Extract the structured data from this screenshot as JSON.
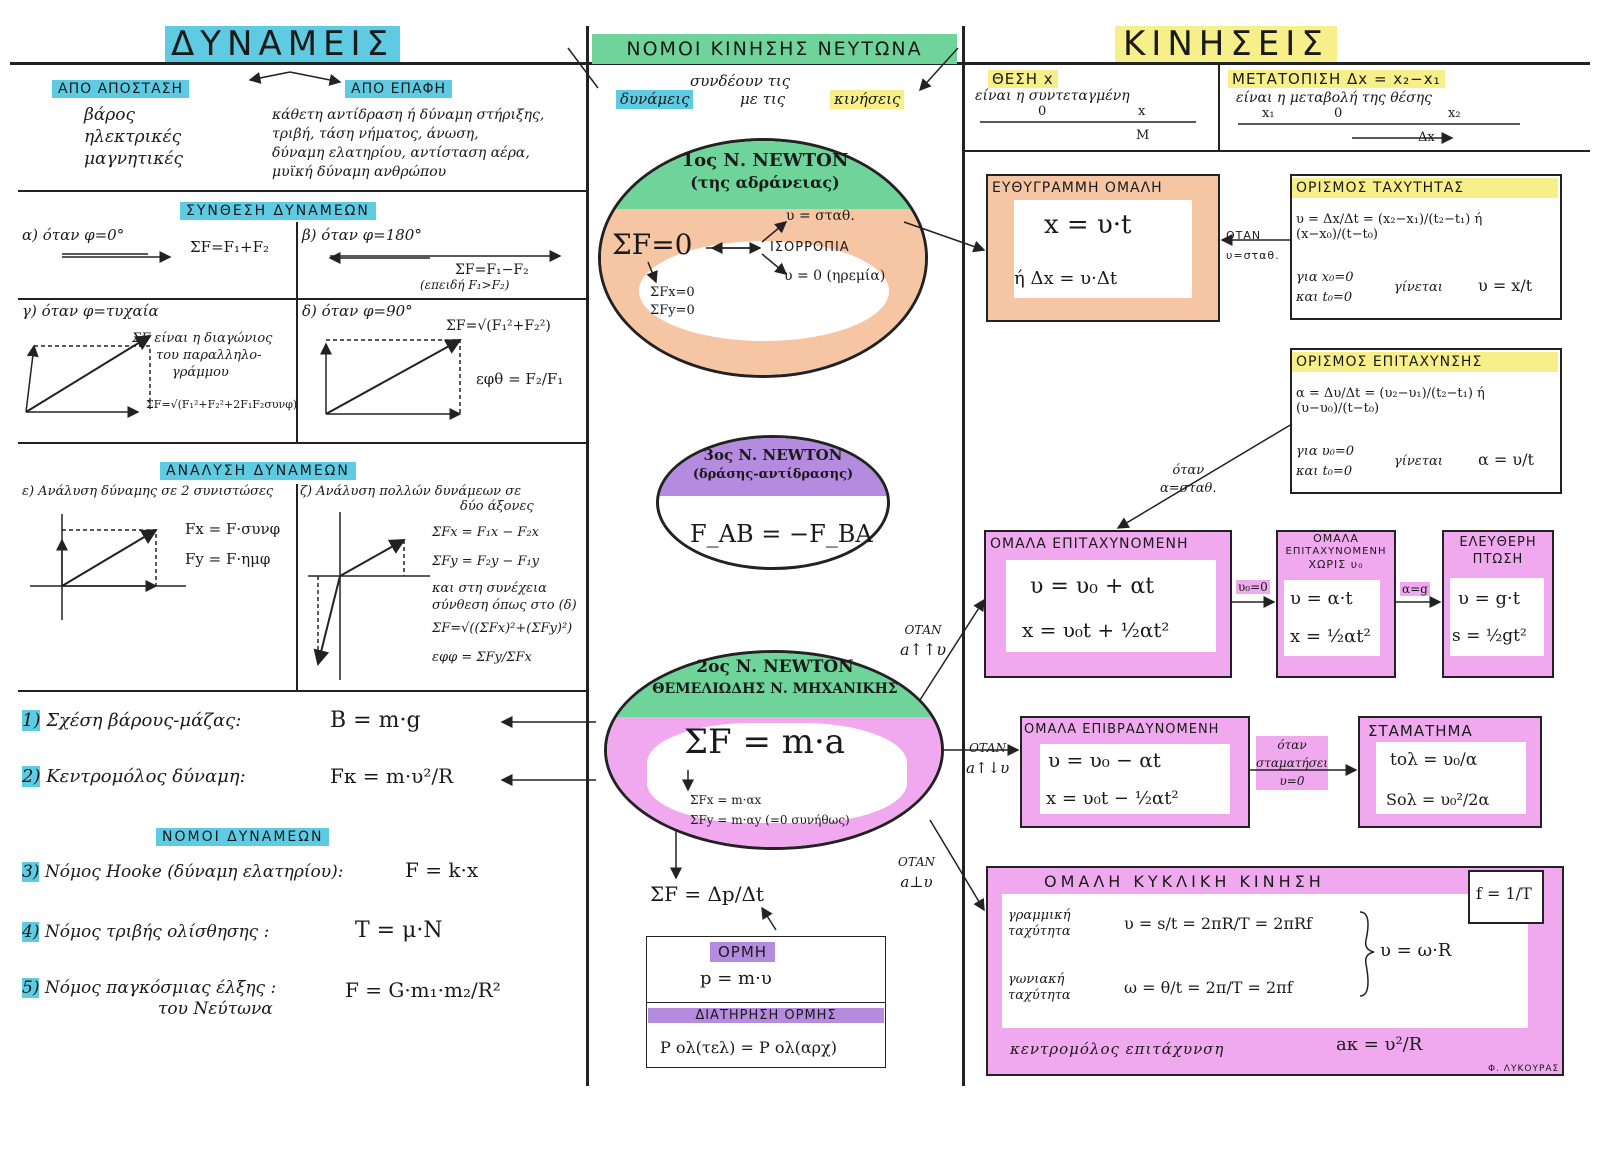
{
  "headers": {
    "forces": "ΔΥΝΑΜΕΙΣ",
    "laws": "ΝΟΜΟΙ ΚΙΝΗΣΗΣ ΝΕΥΤΩΝΑ",
    "motions": "ΚΙΝΗΣΕΙΣ"
  },
  "forces": {
    "distance_title": "ΑΠΟ ΑΠΟΣΤΑΣΗ",
    "distance_items": [
      "βάρος",
      "ηλεκτρικές",
      "μαγνητικές"
    ],
    "contact_title": "ΑΠΟ ΕΠΑΦΗ",
    "contact_items": [
      "κάθετη αντίδραση ή δύναμη στήριξης,",
      "τριβή, τάση νήματος, άνωση,",
      "δύναμη ελατηρίου, αντίσταση αέρα,",
      "μυϊκή δύναμη ανθρώπου"
    ],
    "synthesis_title": "ΣΥΝΘΕΣΗ ΔΥΝΑΜΕΩΝ",
    "a_label": "α) όταν φ=0°",
    "a_formula": "ΣF=F₁+F₂",
    "b_label": "β) όταν φ=180°",
    "b_formula": "ΣF=F₁−F₂",
    "b_note": "(επειδή F₁>F₂)",
    "c_label": "γ) όταν φ=τυχαία",
    "c_note": [
      "ΣF είναι η διαγώνιος",
      "του παραλληλο-",
      "γράμμου"
    ],
    "c_formula": "ΣF=√(F₁²+F₂²+2F₁F₂συνφ)",
    "d_label": "δ) όταν φ=90°",
    "d_formula": "ΣF=√(F₁²+F₂²)",
    "d_tan": "εφθ = F₂/F₁",
    "analysis_title": "ΑΝΑΛΥΣΗ ΔΥΝΑΜΕΩΝ",
    "e_label": "ε) Ανάλυση δύναμης σε 2 συνιστώσες",
    "e_fx": "Fx = F·συνφ",
    "e_fy": "Fy = F·ημφ",
    "z_label": [
      "ζ) Ανάλυση πολλών δυνάμεων σε",
      "δύο άξονες"
    ],
    "z_lines": [
      "ΣFx = F₁x − F₂x",
      "ΣFy = F₂y − F₁y",
      "και στη συνέχεια",
      "σύνθεση όπως στο (δ)",
      "ΣF=√((ΣFx)²+(ΣFy)²)",
      "εφφ = ΣFy/ΣFx"
    ],
    "rel1": "Σχέση βάρους-μάζας:",
    "rel1_f": "B = m·g",
    "rel2": "Κεντρομόλος δύναμη:",
    "rel2_f": "Fκ = m·υ²/R",
    "laws_title": "ΝΟΜΟΙ ΔΥΝΑΜΕΩΝ",
    "law3": "Νόμος Hooke (δύναμη ελατηρίου):",
    "law3_f": "F = k·x",
    "law4": "Νόμος τριβής ολίσθησης :",
    "law4_f": "T = μ·N",
    "law5": [
      "Νόμος παγκόσμιας έλξης :",
      "του Νεύτωνα"
    ],
    "law5_f": "F = G·m₁·m₂/R²",
    "nums": [
      "1)",
      "2)",
      "3)",
      "4)",
      "5)"
    ]
  },
  "laws": {
    "connect": [
      "συνδέουν τις",
      "δυνάμεις",
      "με τις",
      "κινήσεις"
    ],
    "first_title": [
      "1ος Ν. NEWTON",
      "(της αδράνειας)"
    ],
    "first_eq": "ΣF=0",
    "first_bal": "ΙΣΟΡΡΟΠΙΑ",
    "first_v": "υ = σταθ.",
    "first_rest": "υ = 0 (ηρεμία)",
    "first_comp": [
      "ΣFx=0",
      "ΣFy=0"
    ],
    "third_title": [
      "3ος Ν. NEWTON",
      "(δράσης-αντίδρασης)"
    ],
    "third_eq": "F_AB = −F_BA",
    "second_title": [
      "2ος Ν. NEWTON",
      "ΘΕΜΕΛΙΩΔΗΣ Ν. ΜΗΧΑΝΙΚΗΣ"
    ],
    "second_eq": "ΣF = m·a",
    "second_comp": [
      "ΣFx = m·αx",
      "ΣFy = m·αy (=0 συνήθως)"
    ],
    "momentum_f": "ΣF = Δp/Δt",
    "momentum_title": "ΟΡΜΗ",
    "momentum_eq": "p = m·υ",
    "conservation_title": "ΔΙΑΤΗΡΗΣΗ ΟΡΜΗΣ",
    "conservation_eq": "P ολ(τελ) = P ολ(αρχ)"
  },
  "motions": {
    "position_title": "ΘΕΣΗ x",
    "position_text": "είναι η συντεταγμένη",
    "pos_axis": [
      "0",
      "x",
      "M"
    ],
    "displacement_title": "ΜΕΤΑΤΟΠΙΣΗ Δx = x₂−x₁",
    "displacement_text": "είναι η μεταβολή της θέσης",
    "disp_axis": [
      "x₁",
      "0",
      "x₂",
      "Δx"
    ],
    "uniform_title": "ΕΥΘΥΓΡΑΜΜΗ ΟΜΑΛΗ",
    "uniform_eq1": "x = υ·t",
    "uniform_eq2": "ή  Δx = υ·Δt",
    "when_const": [
      "ΟΤΑΝ",
      "υ=σταθ."
    ],
    "speed_title": "ΟΡΙΣΜΟΣ ΤΑΧΥΤΗΤΑΣ",
    "speed_eq": "υ = Δx/Δt = (x₂−x₁)/(t₂−t₁) ή (x−x₀)/(t−t₀)",
    "speed_note": [
      "για x₀=0",
      "και t₀=0"
    ],
    "speed_becomes": "γίνεται",
    "speed_res": "υ = x/t",
    "accel_title": "ΟΡΙΣΜΟΣ ΕΠΙΤΑΧΥΝΣΗΣ",
    "accel_eq": "α = Δυ/Δt = (υ₂−υ₁)/(t₂−t₁) ή (υ−υ₀)/(t−t₀)",
    "accel_note": [
      "για υ₀=0",
      "και t₀=0"
    ],
    "accel_res": "α = υ/t",
    "when_a_const": [
      "όταν",
      "α=σταθ."
    ],
    "acc_title": "ΟΜΑΛΑ ΕΠΙΤΑΧΥΝΟΜΕΝΗ",
    "acc_eq1": "υ = υ₀ + αt",
    "acc_eq2": "x = υ₀t + ½αt²",
    "acc0_title": [
      "ΟΜΑΛΑ",
      "ΕΠΙΤΑΧΥΝΟΜΕΝΗ",
      "ΧΩΡΙΣ υ₀"
    ],
    "acc0_eq1": "υ = α·t",
    "acc0_eq2": "x = ½αt²",
    "ff_title": [
      "ΕΛΕΥΘΕΡΗ",
      "ΠΤΩΣΗ"
    ],
    "ff_eq1": "υ = g·t",
    "ff_eq2": "s = ½gt²",
    "u0_zero": "υ₀=0",
    "a_eq_g": "α=g",
    "when_parallel": [
      "ΟΤΑΝ",
      "a↑↑υ"
    ],
    "when_anti": [
      "ΟΤΑΝ",
      "a↑↓υ"
    ],
    "when_perp": [
      "ΟΤΑΝ",
      "a⊥υ"
    ],
    "dec_title": "ΟΜΑΛΑ ΕΠΙΒΡΑΔΥΝΟΜΕΝΗ",
    "dec_eq1": "υ = υ₀ − αt",
    "dec_eq2": "x = υ₀t − ½αt²",
    "stop_note": [
      "όταν",
      "σταματήσει",
      "υ=0"
    ],
    "stop_title": "ΣΤΑΜΑΤΗΜΑ",
    "stop_eq1": "tολ = υ₀/α",
    "stop_eq2": "Sολ = υ₀²/2α",
    "circ_title": "ΟΜΑΛΗ ΚΥΚΛΙΚΗ ΚΙΝΗΣΗ",
    "circ_f": "f = 1/T",
    "circ_lin": [
      "γραμμική",
      "ταχύτητα"
    ],
    "circ_lin_eq": "υ = s/t = 2πR/T = 2πRf",
    "circ_ang": [
      "γωνιακή",
      "ταχύτητα"
    ],
    "circ_ang_eq": "ω = θ/t = 2π/T = 2πf",
    "circ_rel": "υ = ω·R",
    "circ_cen": "κεντρομόλος επιτάχυνση",
    "circ_cen_eq": "aκ = υ²/R",
    "signature": "Φ. ΛΥΚΟΥΡΑΣ"
  }
}
